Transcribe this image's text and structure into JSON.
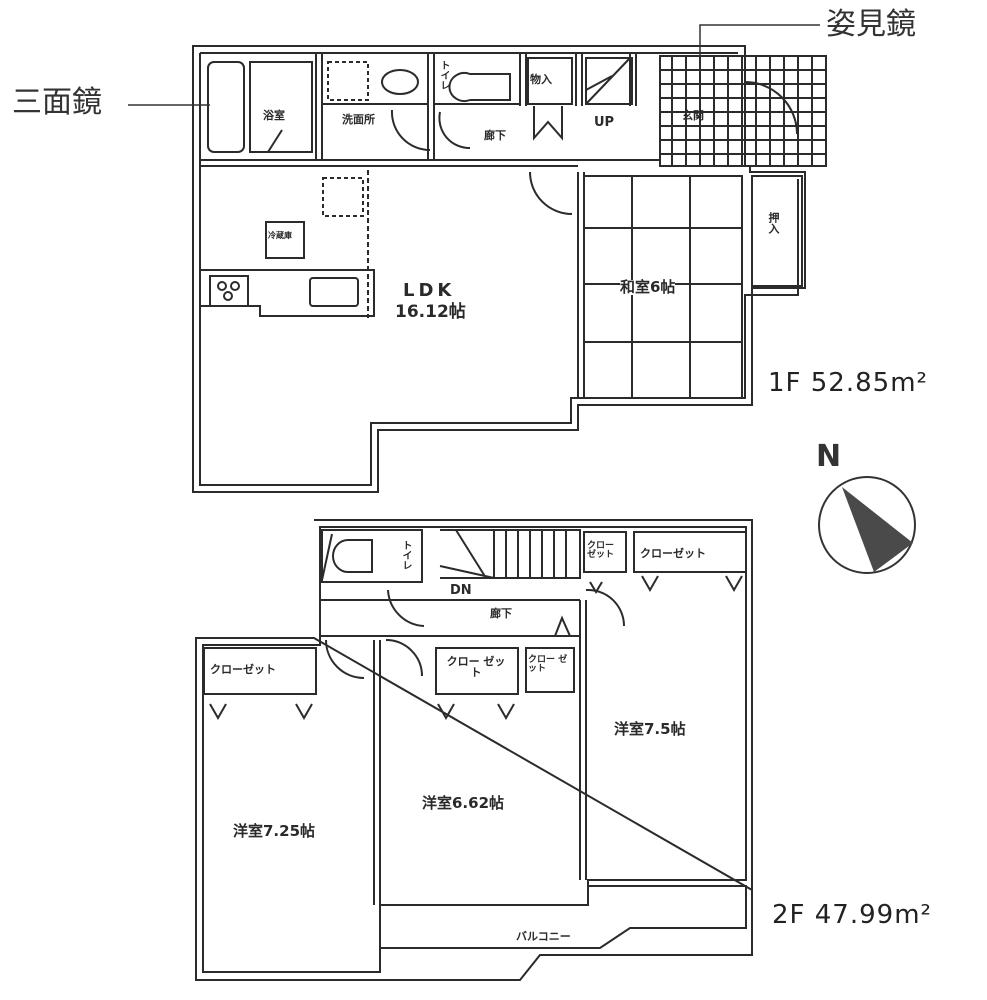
{
  "callouts": {
    "triple_mirror": "三面鏡",
    "full_length_mirror": "姿見鏡"
  },
  "floor1": {
    "area_label": "1F 52.85m²",
    "rooms": {
      "bath": "浴室",
      "washroom": "洗面所",
      "toilet": "トイレ",
      "hall": "廊下",
      "storage": "物入",
      "stairs_up": "UP",
      "entrance": "玄関",
      "ldk_name": "LDK",
      "ldk_size": "16.12帖",
      "fridge": "冷蔵庫",
      "japanese_room": "和室6帖",
      "closet": "押入"
    }
  },
  "floor2": {
    "area_label": "2F 47.99m²",
    "rooms": {
      "toilet": "トイレ",
      "stairs_down": "DN",
      "hall": "廊下",
      "closet_small_a": "クロー ゼット",
      "closet_wide_a": "クローゼット",
      "closet_wide_b": "クローゼット",
      "closet_small_b": "クロー ゼット",
      "closet_small_c": "クロー ゼット",
      "bedroom_a": "洋室7.5帖",
      "bedroom_b": "洋室6.62帖",
      "bedroom_c": "洋室7.25帖",
      "balcony": "バルコニー"
    }
  },
  "compass": {
    "north_label": "N",
    "needle_color": "#444444"
  }
}
